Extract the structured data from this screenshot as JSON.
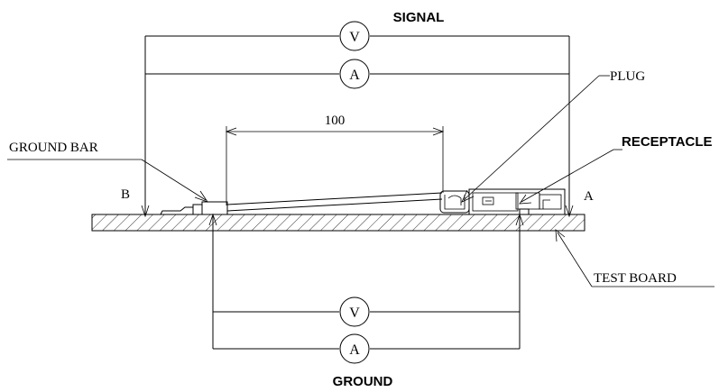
{
  "labels": {
    "signal": "SIGNAL",
    "ground": "GROUND",
    "plug": "PLUG",
    "receptacle": "RECEPTACLE",
    "ground_bar": "GROUND BAR",
    "test_board": "TEST BOARD",
    "point_a": "A",
    "point_b": "B",
    "dimension": "100"
  },
  "meters": {
    "signal_voltmeter": "V",
    "signal_ammeter": "A",
    "ground_voltmeter": "V",
    "ground_ammeter": "A"
  }
}
